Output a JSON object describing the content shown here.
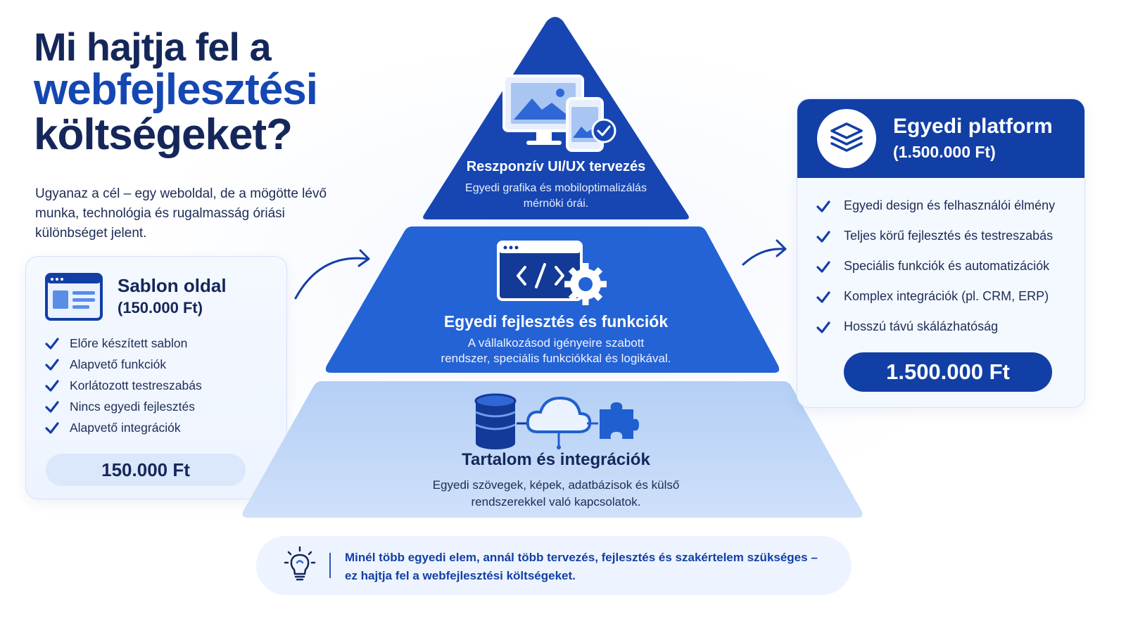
{
  "colors": {
    "navy": "#15275a",
    "brand_blue": "#123fa6",
    "mid_blue": "#1f5fcf",
    "light_blue": "#b9d3f6",
    "pale_bg": "#eef4ff"
  },
  "title": {
    "line1": "Mi hajtja fel a",
    "line2": "webfejlesztési",
    "line3": "költségeket?"
  },
  "intro": "Ugyanaz a cél – egy weboldal, de a mögötte lévő munka, technológia és rugalmasság óriási különbséget jelent.",
  "left_card": {
    "icon": "template-window-icon",
    "title": "Sablon oldal",
    "subtitle": "(150.000 Ft)",
    "items": [
      "Előre készített sablon",
      "Alapvető funkciók",
      "Korlátozott testreszabás",
      "Nincs egyedi fejlesztés",
      "Alapvető integrációk"
    ],
    "price": "150.000 Ft"
  },
  "pyramid": {
    "tiers": [
      {
        "icon": "responsive-devices-icon",
        "title": "Reszponzív UI/UX tervezés",
        "desc_line1": "Egyedi grafika és mobiloptimalizálás",
        "desc_line2": "mérnöki órái."
      },
      {
        "icon": "code-gear-icon",
        "title": "Egyedi fejlesztés és funkciók",
        "desc_line1": "A vállalkozásod igényeire szabott",
        "desc_line2": "rendszer, speciális funkciókkal és logikával."
      },
      {
        "icon": "database-cloud-puzzle-icon",
        "title": "Tartalom és integrációk",
        "desc_line1": "Egyedi szövegek, képek, adatbázisok és külső",
        "desc_line2": "rendszerekkel való kapcsolatok."
      }
    ]
  },
  "right_card": {
    "icon": "layers-icon",
    "title": "Egyedi platform",
    "subtitle": "(1.500.000 Ft)",
    "items": [
      "Egyedi design és felhasználói élmény",
      "Teljes körű fejlesztés és testreszabás",
      "Speciális funkciók és automatizációk",
      "Komplex integrációk (pl. CRM, ERP)",
      "Hosszú távú skálázhatóság"
    ],
    "price": "1.500.000 Ft"
  },
  "note": {
    "icon": "lightbulb-icon",
    "line1": "Minél több egyedi elem, annál több tervezés, fejlesztés és szakértelem szükséges –",
    "line2": "ez hajtja fel a webfejlesztési költségeket."
  }
}
